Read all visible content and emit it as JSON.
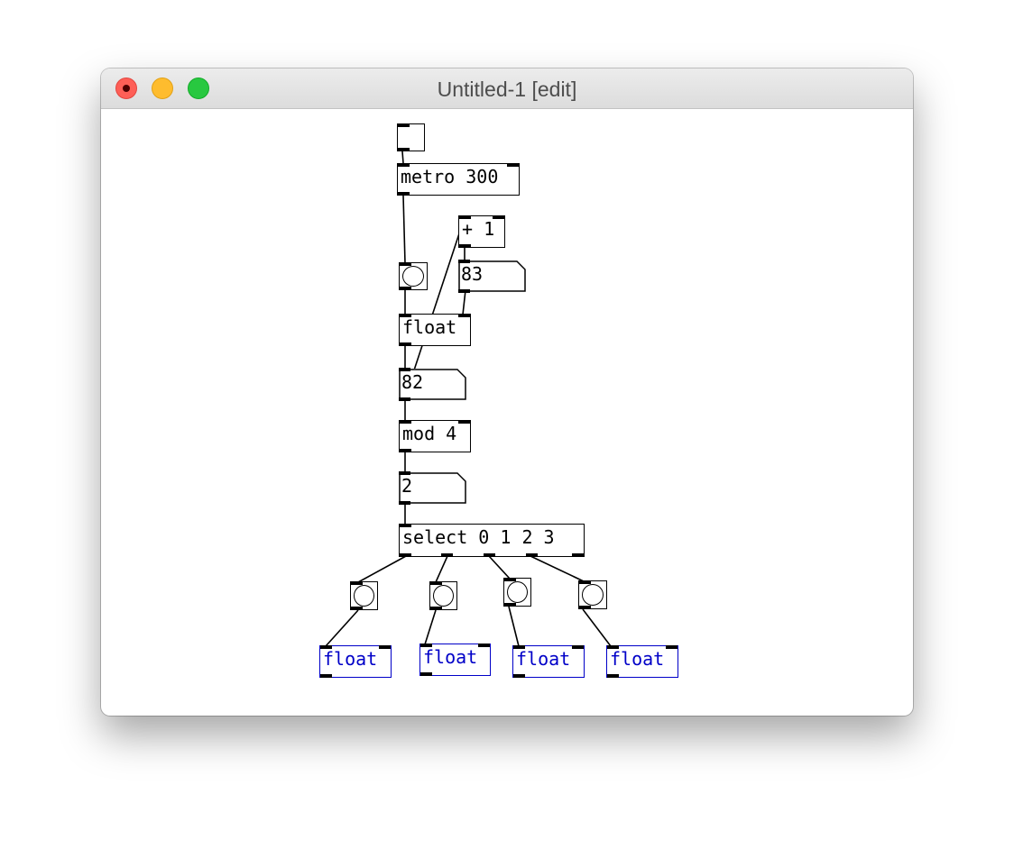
{
  "window": {
    "title": "Untitled-1 [edit]",
    "controls": [
      "close-button",
      "minimize-button",
      "zoom-button"
    ],
    "close_button_color": "#fe5f57",
    "minimize_button_color": "#febc2e",
    "zoom_button_color": "#28c840"
  },
  "patch": {
    "objects": {
      "metro": "metro 300",
      "plus": "+ 1",
      "float_main": "float",
      "mod": "mod 4",
      "select": "select 0 1 2 3",
      "float_out_1": "float",
      "float_out_2": "float",
      "float_out_3": "float",
      "float_out_4": "float"
    },
    "number_boxes": {
      "counter_next": "83",
      "counter": "82",
      "mod_result": "2"
    },
    "colors": {
      "object_border": "#000000",
      "selected_object": "#0000c8"
    }
  }
}
